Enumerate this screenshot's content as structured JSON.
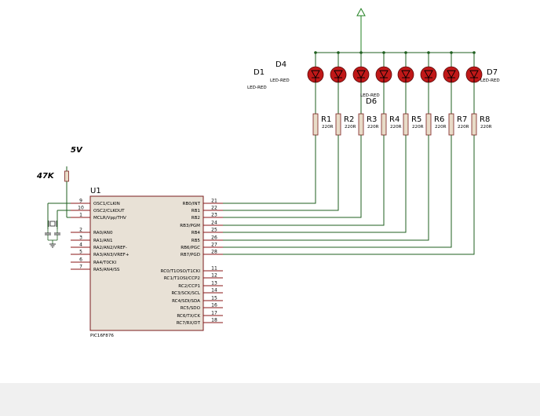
{
  "supply": {
    "voltage": "5V",
    "pullup": "47K"
  },
  "mcu": {
    "ref": "U1",
    "part": "PIC16F876",
    "left_pins": [
      {
        "num": "9",
        "label": "OSC1/CLKIN"
      },
      {
        "num": "10",
        "label": "OSC2/CLKOUT"
      },
      {
        "num": "1",
        "label": "MCLR/Vpp/THV"
      },
      {
        "num": "2",
        "label": "RA0/AN0"
      },
      {
        "num": "3",
        "label": "RA1/AN1"
      },
      {
        "num": "4",
        "label": "RA2/AN2/VREF-"
      },
      {
        "num": "5",
        "label": "RA3/AN3/VREF+"
      },
      {
        "num": "6",
        "label": "RA4/T0CKI"
      },
      {
        "num": "7",
        "label": "RA5/AN4/SS"
      }
    ],
    "right_pins_b": [
      {
        "num": "21",
        "label": "RB0/INT"
      },
      {
        "num": "22",
        "label": "RB1"
      },
      {
        "num": "23",
        "label": "RB2"
      },
      {
        "num": "24",
        "label": "RB3/PGM"
      },
      {
        "num": "25",
        "label": "RB4"
      },
      {
        "num": "26",
        "label": "RB5"
      },
      {
        "num": "27",
        "label": "RB6/PGC"
      },
      {
        "num": "28",
        "label": "RB7/PGD"
      }
    ],
    "right_pins_c": [
      {
        "num": "11",
        "label": "RC0/T1OSO/T1CKI"
      },
      {
        "num": "12",
        "label": "RC1/T1OSI/CCP2"
      },
      {
        "num": "13",
        "label": "RC2/CCP1"
      },
      {
        "num": "14",
        "label": "RC3/SCK/SCL"
      },
      {
        "num": "15",
        "label": "RC4/SDI/SDA"
      },
      {
        "num": "16",
        "label": "RC5/SDO"
      },
      {
        "num": "17",
        "label": "RC6/TX/CK"
      },
      {
        "num": "18",
        "label": "RC7/RX/DT"
      }
    ]
  },
  "leds": {
    "type_label": "LED-RED",
    "refs": [
      "D1",
      "D4",
      "D6",
      "D7"
    ]
  },
  "resistors": [
    {
      "ref": "R1",
      "value": "220R"
    },
    {
      "ref": "R2",
      "value": "220R"
    },
    {
      "ref": "R3",
      "value": "220R"
    },
    {
      "ref": "R4",
      "value": "220R"
    },
    {
      "ref": "R5",
      "value": "220R"
    },
    {
      "ref": "R6",
      "value": "220R"
    },
    {
      "ref": "R7",
      "value": "220R"
    },
    {
      "ref": "R8",
      "value": "220R"
    }
  ],
  "colors": {
    "wire": "#1f5f1f",
    "body": "#e8e1d6",
    "body_border": "#7a1c1c",
    "pin": "#8a1616",
    "led": "#c01818",
    "resistor": "#e8dcc8",
    "power": "#208020"
  }
}
